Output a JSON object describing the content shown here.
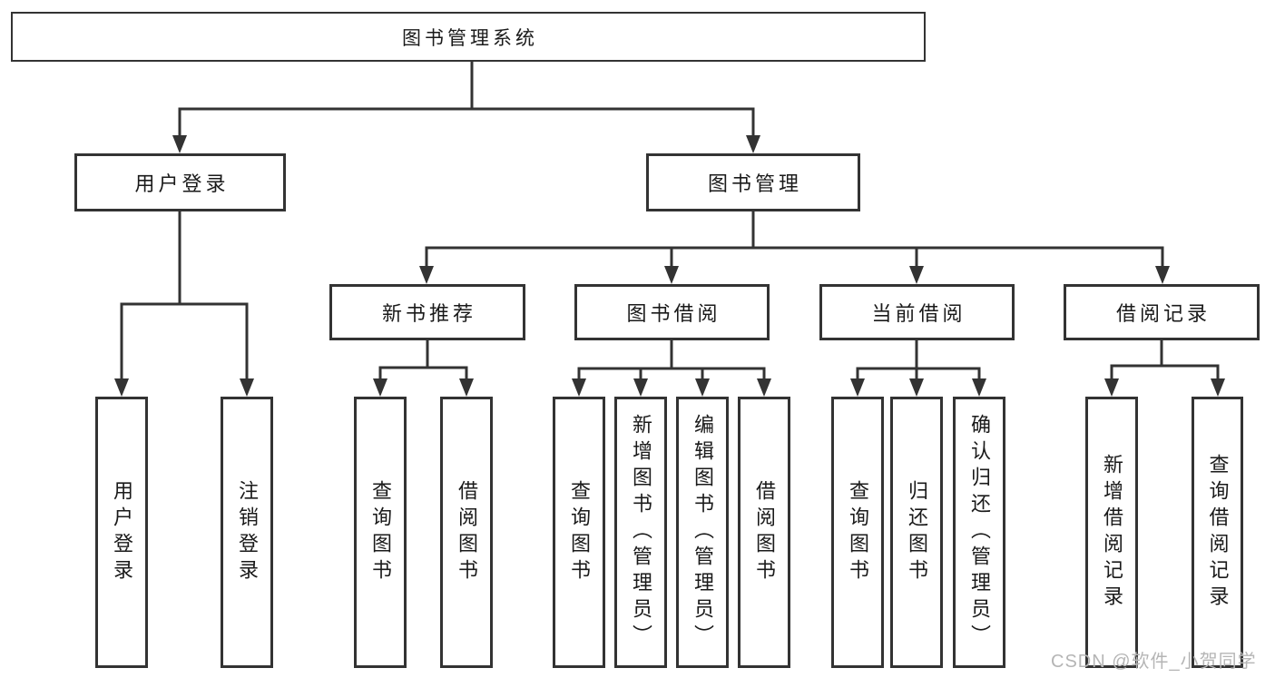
{
  "diagram": {
    "root": {
      "label": "图书管理系统"
    },
    "branches": [
      {
        "label": "用户登录",
        "leaves": [
          {
            "label": "用户登录"
          },
          {
            "label": "注销登录"
          }
        ]
      },
      {
        "label": "图书管理",
        "sections": [
          {
            "label": "新书推荐",
            "leaves": [
              {
                "label": "查询图书"
              },
              {
                "label": "借阅图书"
              }
            ]
          },
          {
            "label": "图书借阅",
            "leaves": [
              {
                "label": "查询图书"
              },
              {
                "label": "新增图书（管理员）"
              },
              {
                "label": "编辑图书（管理员）"
              },
              {
                "label": "借阅图书"
              }
            ]
          },
          {
            "label": "当前借阅",
            "leaves": [
              {
                "label": "查询图书"
              },
              {
                "label": "归还图书"
              },
              {
                "label": "确认归还（管理员）"
              }
            ]
          },
          {
            "label": "借阅记录",
            "leaves": [
              {
                "label": "新增借阅记录"
              },
              {
                "label": "查询借阅记录"
              }
            ]
          }
        ]
      }
    ]
  },
  "watermark": {
    "text": "CSDN @软件_小贺同学"
  },
  "colors": {
    "line": "#333333",
    "text": "#1a1a1a",
    "background": "#ffffff",
    "watermark": "#b5b5b5"
  }
}
